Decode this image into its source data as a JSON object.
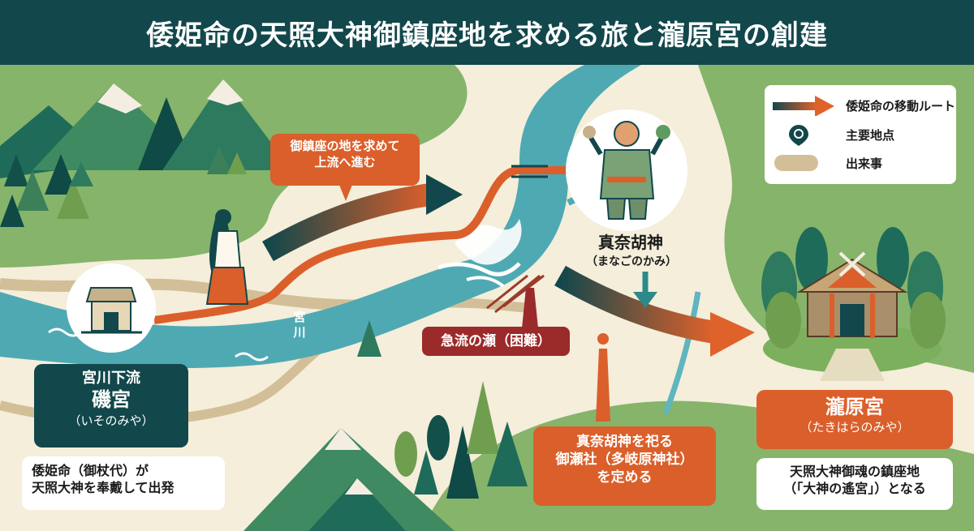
{
  "header": {
    "title": "倭姫命の天照大神御鎮座地を求める旅と瀧原宮の創建"
  },
  "legend": {
    "items": [
      {
        "icon": "route-arrow-icon",
        "label": "倭姫命の移動ルート"
      },
      {
        "icon": "location-pin-icon",
        "label": "主要地点"
      },
      {
        "icon": "event-swatch-icon",
        "label": "出来事"
      }
    ]
  },
  "callouts": {
    "upstream": {
      "line1": "御鎮座の地を求めて",
      "line2": "上流へ進む"
    },
    "rapids": {
      "label": "急流の瀬（困難）"
    },
    "misesha": {
      "line1": "真奈胡神を祀る",
      "line2": "御瀬社（多岐原神社）",
      "line3": "を定める"
    }
  },
  "places": {
    "isomiya": {
      "line1": "宮川下流",
      "name": "磯宮",
      "reading": "（いそのみや）"
    },
    "takihara": {
      "name": "瀧原宮",
      "reading": "（たきはらのみや）"
    }
  },
  "deity": {
    "name": "真奈胡神",
    "reading": "（まなごのかみ）"
  },
  "river": {
    "label": "宮川"
  },
  "notes": {
    "departure": {
      "line1": "倭姫命（御杖代）が",
      "line2": "天照大神を奉戴して出発"
    },
    "arrival": {
      "line1": "天照大神御魂の鎮座地",
      "line2": "（「大神の遙宮」）となる"
    }
  },
  "colors": {
    "header_bg": "#12474b",
    "route_start": "#12474b",
    "route_end": "#db5f2b",
    "accent_orange": "#db5f2b",
    "accent_red": "#9b2a2b",
    "river": "#4fa9b3",
    "land_green": "#86b46a",
    "ground": "#f4eedb",
    "event_tan": "#d3bf97"
  }
}
